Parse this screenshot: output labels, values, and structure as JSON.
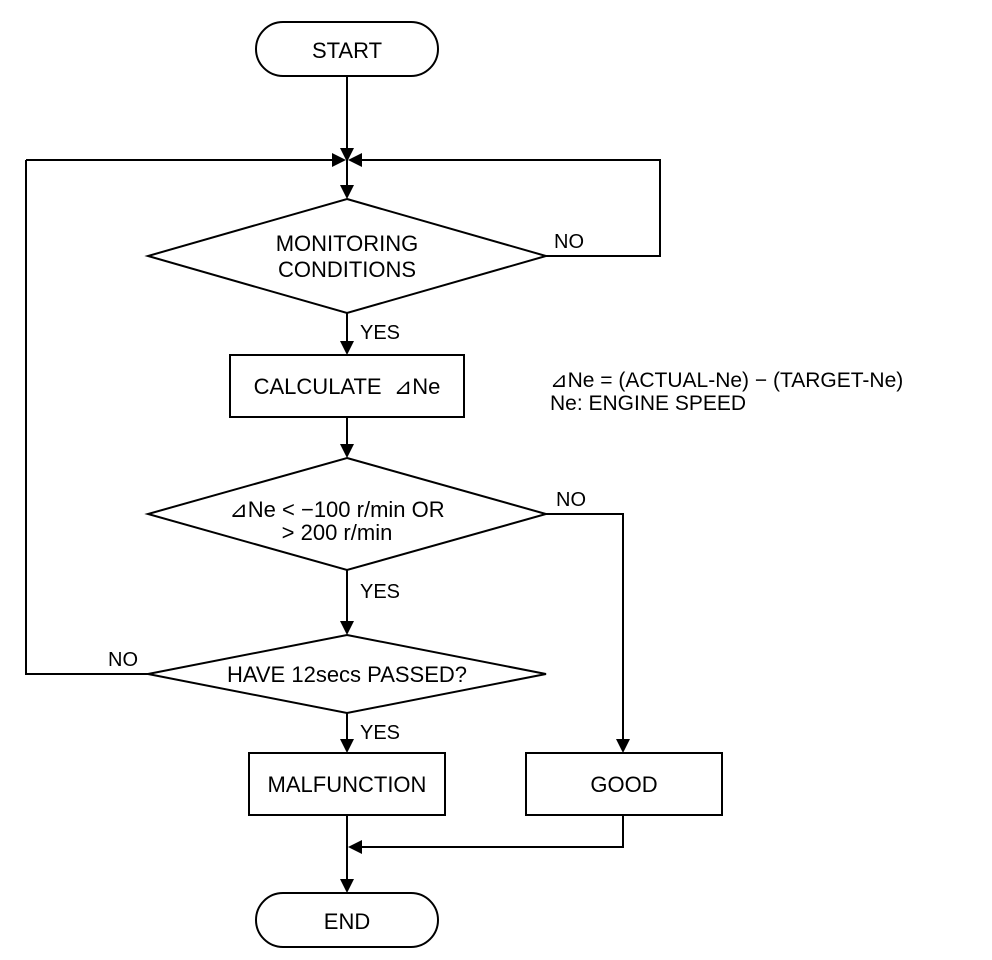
{
  "nodes": {
    "start": "START",
    "monitoring_line1": "MONITORING",
    "monitoring_line2": "CONDITIONS",
    "calculate": "CALCULATE  ⊿Ne",
    "check_line1": "⊿Ne < −100 r/min OR",
    "check_line2": "> 200 r/min",
    "have_passed": "HAVE 12secs PASSED?",
    "malfunction": "MALFUNCTION",
    "good": "GOOD",
    "end": "END"
  },
  "labels": {
    "monitoring_no": "NO",
    "monitoring_yes": "YES",
    "check_no": "NO",
    "check_yes": "YES",
    "passed_no": "NO",
    "passed_yes": "YES"
  },
  "note": {
    "line1": "⊿Ne = (ACTUAL-Ne) − (TARGET-Ne)",
    "line2": "Ne: ENGINE SPEED"
  }
}
